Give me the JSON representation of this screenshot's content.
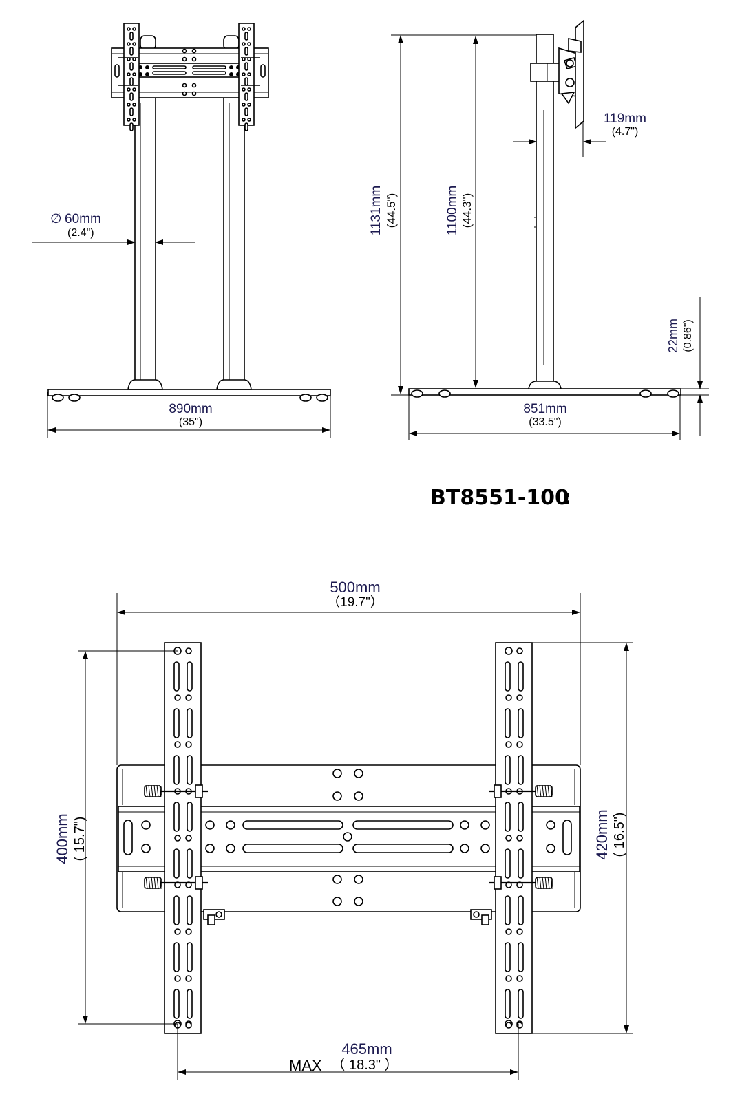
{
  "model_label": "BT8551-100",
  "front_view": {
    "pole_diameter": {
      "value": "60mm",
      "imperial": "(2.4\")",
      "symbol": "∅"
    },
    "base_width": {
      "value": "890mm",
      "imperial": "(35\")"
    }
  },
  "side_view": {
    "overall_height": {
      "value": "1131mm",
      "imperial": "(44.5\")"
    },
    "pole_height": {
      "value": "1100mm",
      "imperial": "(44.3\")"
    },
    "bracket_offset": {
      "value": "119mm",
      "imperial": "(4.7\")"
    },
    "base_thickness": {
      "value": "22mm",
      "imperial": "(0.86\")"
    },
    "base_depth": {
      "value": "851mm",
      "imperial": "(33.5\")"
    }
  },
  "bracket_view": {
    "overall_width": {
      "value": "500mm",
      "imperial": "（19.7\"）"
    },
    "rail_hole_span": {
      "value": "400mm",
      "imperial": "( 15.7\")"
    },
    "rail_length": {
      "value": "420mm",
      "imperial": "( 16.5\")"
    },
    "max_hole_width": {
      "prefix": "MAX",
      "value": "465mm",
      "imperial": "（ 18.3\" ）"
    }
  },
  "colors": {
    "line": "#000000",
    "dimension_text": "#1c1a50",
    "background": "#ffffff"
  }
}
